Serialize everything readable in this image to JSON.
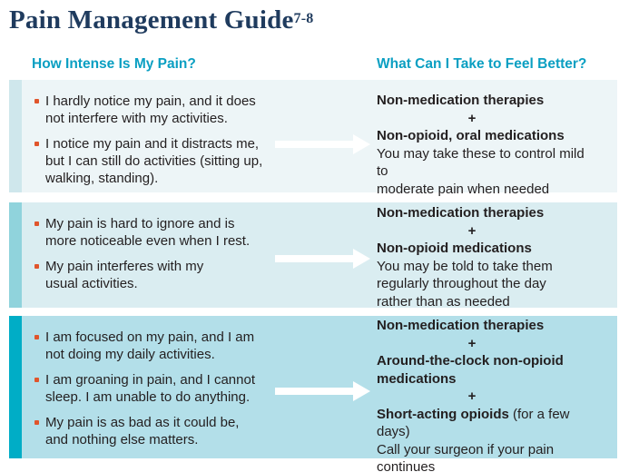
{
  "page": {
    "title": "Pain Management Guide",
    "title_reference": "7-8"
  },
  "columns": {
    "left_header": "How Intense Is My Pain?",
    "right_header": "What Can I Take to Feel Better?"
  },
  "colors": {
    "title_navy": "#1f3b5e",
    "header_teal": "#0a9fc2",
    "bullet_orange": "#e0552c",
    "text_dark": "#231f20",
    "row1_bg": "#edf5f7",
    "row1_bar": "#cfe7ec",
    "row2_bg": "#daedf1",
    "row2_bar": "#90d3dc",
    "row3_bg": "#b3dfe9",
    "row3_bar": "#00adc6",
    "arrow_white": "#ffffff"
  },
  "rows": [
    {
      "pain_bullets": [
        "I hardly notice my pain, and it does\nnot interfere with my activities.",
        "I notice my pain and it distracts me,\nbut I can still do activities (sitting up,\nwalking, standing)."
      ],
      "treatment": [
        {
          "style": "bold",
          "text": "Non-medication therapies"
        },
        {
          "style": "plus",
          "text": "+"
        },
        {
          "style": "bold",
          "text": "Non-opioid, oral medications"
        },
        {
          "style": "regular",
          "text": "You may take these to control mild to\nmoderate pain when needed"
        }
      ]
    },
    {
      "pain_bullets": [
        "My pain is hard to ignore and is\nmore noticeable even when I rest.",
        "My pain interferes with my\nusual activities."
      ],
      "treatment": [
        {
          "style": "bold",
          "text": "Non-medication therapies"
        },
        {
          "style": "plus",
          "text": "+"
        },
        {
          "style": "bold",
          "text": "Non-opioid medications"
        },
        {
          "style": "regular",
          "text": "You may be told to take them\nregularly throughout the day\nrather than as needed"
        }
      ]
    },
    {
      "pain_bullets": [
        "I am focused on my pain, and I am\nnot doing my daily activities.",
        "I am groaning in pain, and I cannot\nsleep. I am unable to do anything.",
        "My pain is as bad as it could be,\nand nothing else matters."
      ],
      "treatment": [
        {
          "style": "bold",
          "text": "Non-medication therapies"
        },
        {
          "style": "plus",
          "text": "+"
        },
        {
          "style": "bold",
          "text": "Around-the-clock non-opioid\nmedications"
        },
        {
          "style": "plus",
          "text": "+"
        },
        {
          "style": "mixed",
          "bold": "Short-acting opioids",
          "regular": " (for a few days)"
        },
        {
          "style": "regular",
          "text": "Call your surgeon if your pain\ncontinues"
        }
      ]
    }
  ]
}
